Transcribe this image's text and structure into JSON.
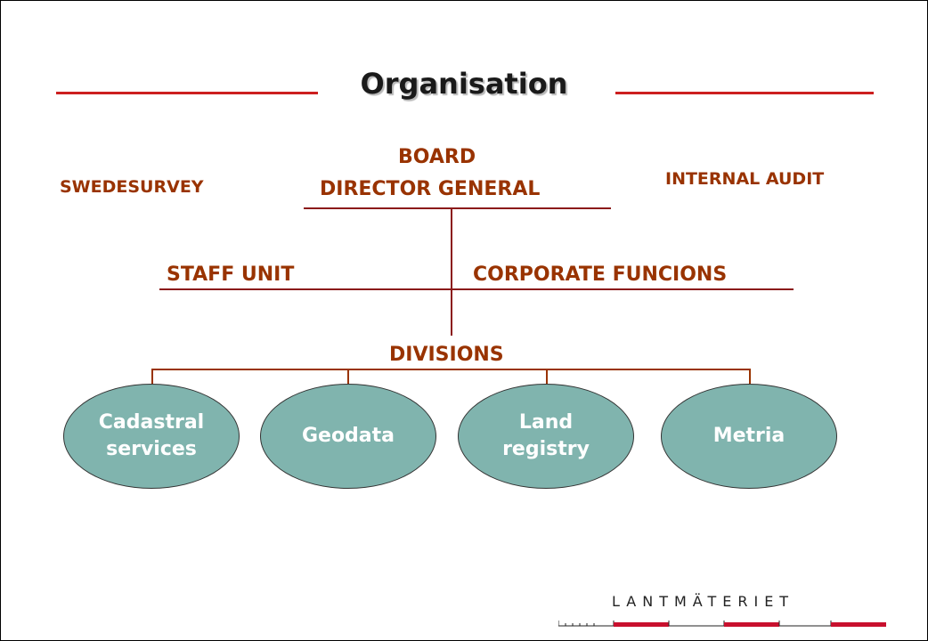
{
  "title": "Organisation",
  "nodes": {
    "board": "BOARD",
    "director": "DIRECTOR GENERAL",
    "swedesurvey": "SWEDESURVEY",
    "internal_audit": "INTERNAL AUDIT",
    "staff_unit": "STAFF UNIT",
    "corporate": "CORPORATE FUNCIONS",
    "divisions": "DIVISIONS"
  },
  "division_units": [
    {
      "label": "Cadastral\nservices"
    },
    {
      "label": "Geodata"
    },
    {
      "label": "Land\nregistry"
    },
    {
      "label": "Metria"
    }
  ],
  "logo": "LANTMÄTERIET",
  "colors": {
    "label_text": "#993300",
    "title_rule": "#cc1f1f",
    "oval_fill": "#80b4ae",
    "logo_red": "#c8102e"
  }
}
